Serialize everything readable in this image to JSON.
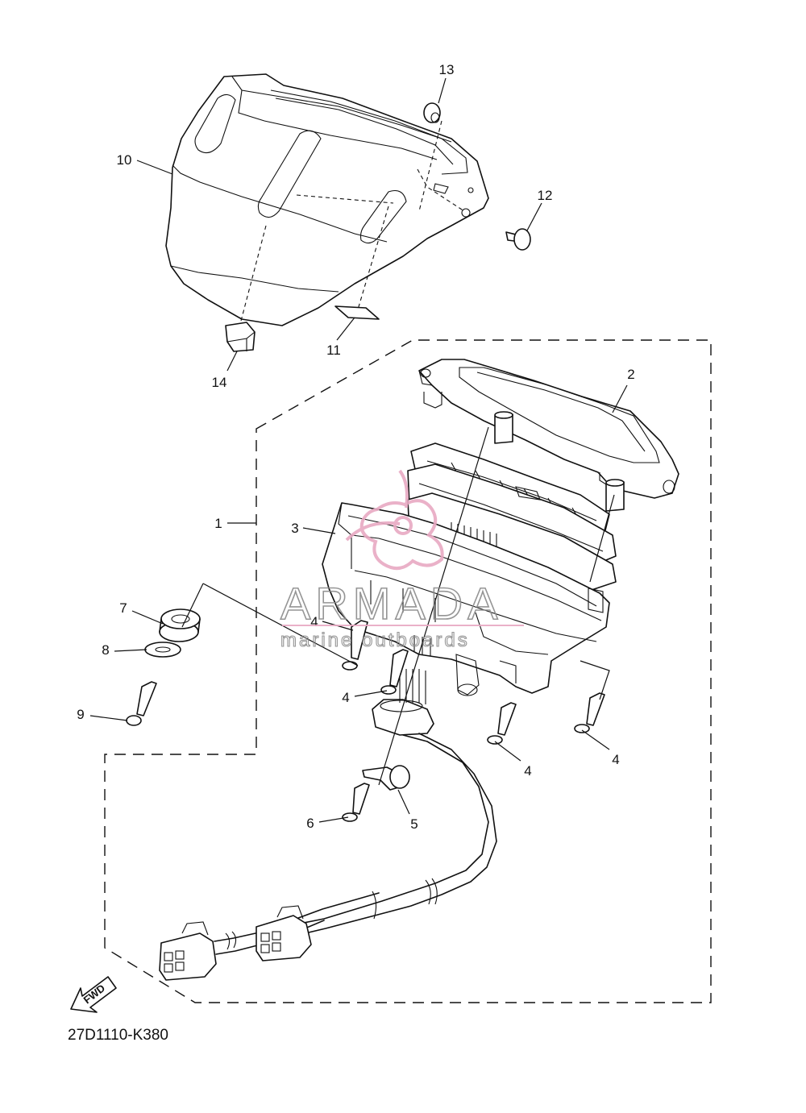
{
  "diagram_code": "27D1110-K380",
  "fwd_label": "FWD",
  "watermark": {
    "brand": "ARMADA",
    "tagline": "marine outboards",
    "accent_color": "#e8a9c3"
  },
  "callouts": {
    "c1": "1",
    "c2": "2",
    "c3": "3",
    "c4a": "4",
    "c4b": "4",
    "c4c": "4",
    "c4d": "4",
    "c5": "5",
    "c6": "6",
    "c7": "7",
    "c8": "8",
    "c9": "9",
    "c10": "10",
    "c11": "11",
    "c12": "12",
    "c13": "13",
    "c14": "14"
  }
}
